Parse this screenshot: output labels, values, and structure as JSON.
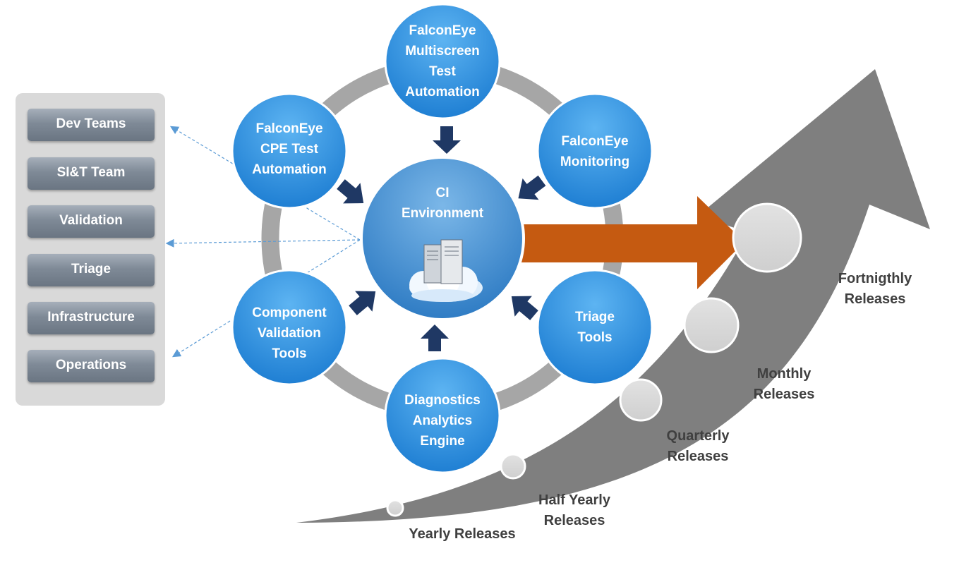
{
  "colors": {
    "node_blue": "#3a9ae6",
    "ring_gray": "#a6a6a6",
    "growth_arrow_gray": "#7f7f7f",
    "release_arrow_orange": "#c55a11",
    "inward_arrow_navy": "#1f3864",
    "dotted_arrow_blue": "#5b9bd5",
    "panel_gray": "#d9d9d9",
    "release_circle": "#d9d9d9"
  },
  "teams": [
    {
      "label": "Dev Teams"
    },
    {
      "label": "SI&T Team"
    },
    {
      "label": "Validation"
    },
    {
      "label": "Triage"
    },
    {
      "label": "Infrastructure"
    },
    {
      "label": "Operations"
    }
  ],
  "center": {
    "label": "CI\nEnvironment",
    "icon": "server-cloud-icon"
  },
  "nodes": [
    {
      "label": "FalconEye\nMultiscreen\nTest\nAutomation"
    },
    {
      "label": "FalconEye\nMonitoring"
    },
    {
      "label": "Triage\nTools"
    },
    {
      "label": "Diagnostics\nAnalytics\nEngine"
    },
    {
      "label": "Component\nValidation\nTools"
    },
    {
      "label": "FalconEye\nCPE Test\nAutomation"
    }
  ],
  "releases": [
    {
      "label": "Yearly Releases"
    },
    {
      "label": "Half Yearly\nReleases"
    },
    {
      "label": "Quarterly\nReleases"
    },
    {
      "label": "Monthly\nReleases"
    },
    {
      "label": "Fortnigthly\nReleases"
    }
  ]
}
